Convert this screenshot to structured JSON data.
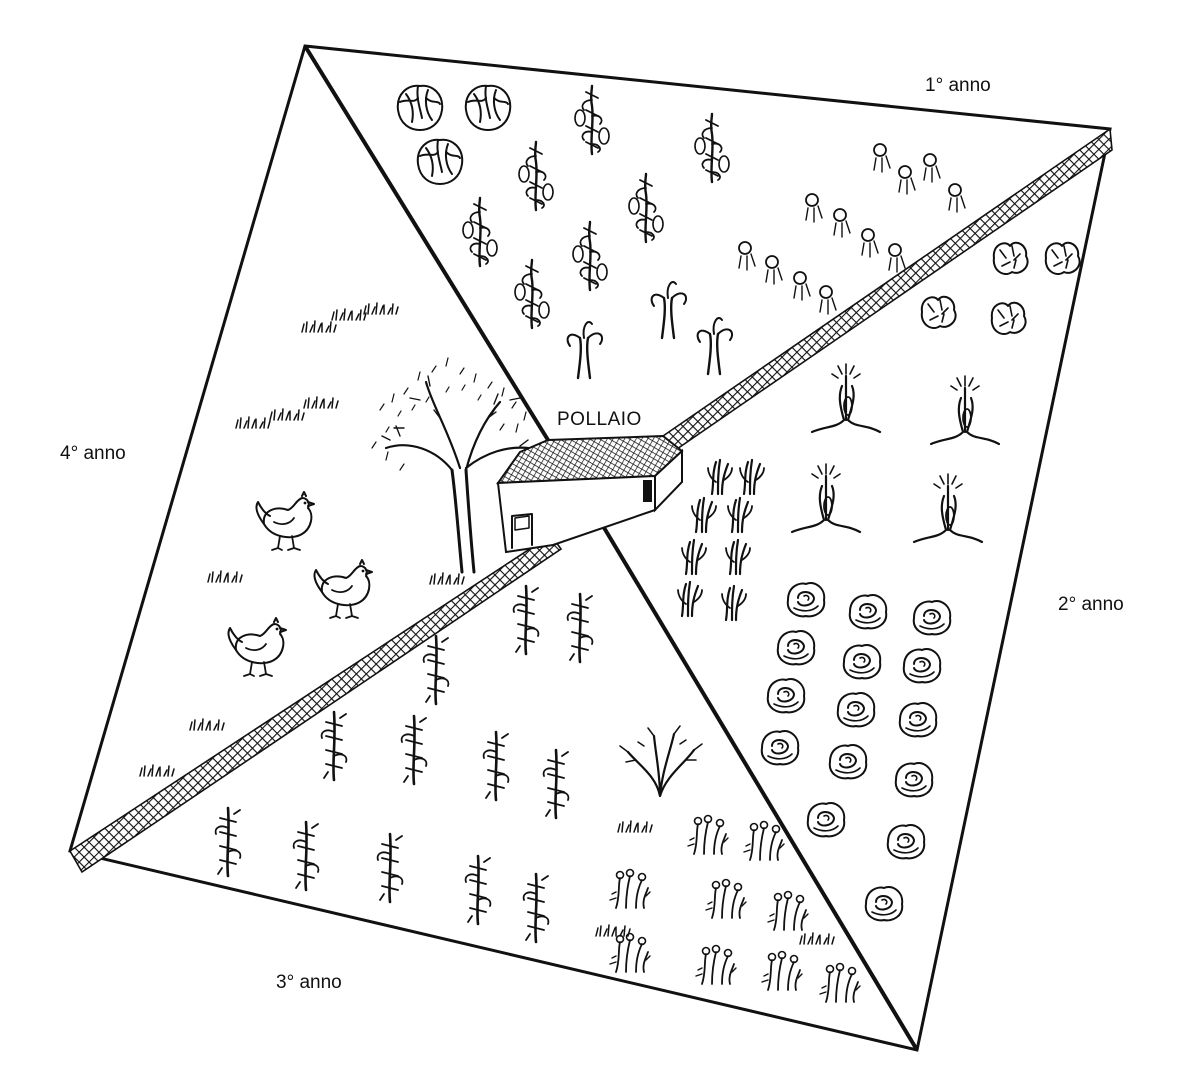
{
  "diagram": {
    "center_label": "POLLAIO",
    "quadrants": [
      {
        "id": "q1",
        "label": "1° anno",
        "icon": "cabbage-and-bean-rows-icon"
      },
      {
        "id": "q2",
        "label": "2° anno",
        "icon": "corn-and-lettuce-icon"
      },
      {
        "id": "q3",
        "label": "3° anno",
        "icon": "tomato-and-flower-rows-icon"
      },
      {
        "id": "q4",
        "label": "4° anno",
        "icon": "tree-and-hens-icon"
      }
    ]
  },
  "colors": {
    "ink": "#111111",
    "paper": "#ffffff"
  }
}
